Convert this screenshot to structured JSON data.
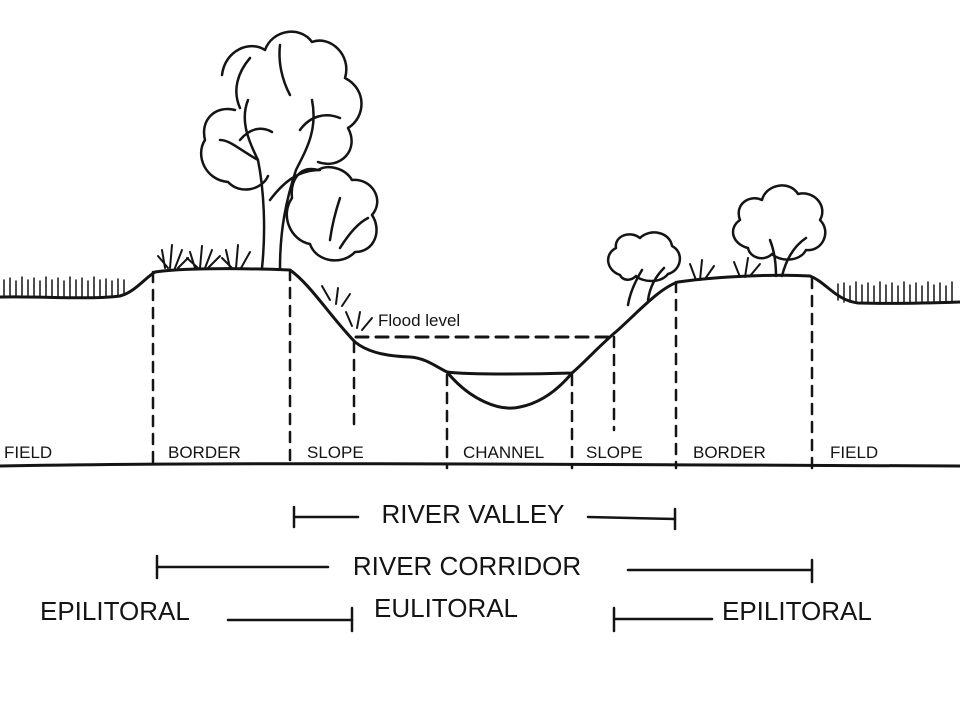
{
  "diagram": {
    "flood_label": "Flood level",
    "zones": [
      "FIELD",
      "BORDER",
      "SLOPE",
      "CHANNEL",
      "SLOPE",
      "BORDER",
      "FIELD"
    ],
    "river_valley": "RIVER VALLEY",
    "river_corridor": "RIVER CORRIDOR",
    "epilitoral_left": "EPILITORAL",
    "eulitoral": "EULITORAL",
    "epilitoral_right": "EPILITORAL"
  }
}
